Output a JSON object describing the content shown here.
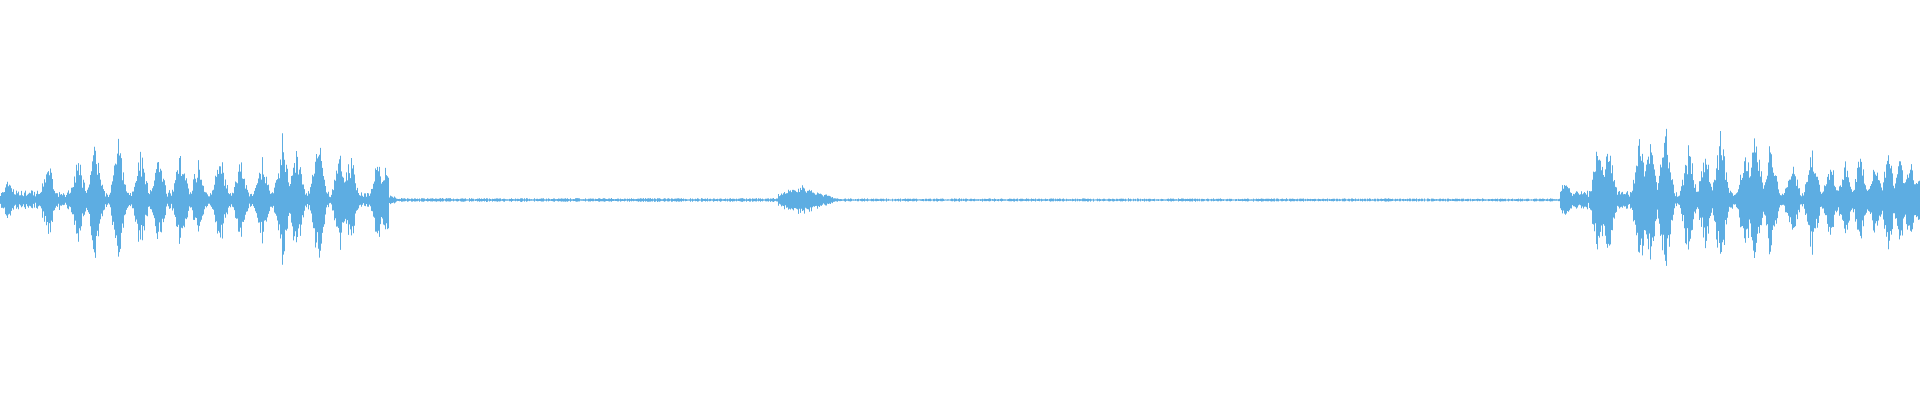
{
  "waveform": {
    "color": "#5dade2",
    "background": "#ffffff",
    "segments": [
      {
        "name": "speech-burst-left",
        "start": 0.0,
        "end": 0.205,
        "level": "high"
      },
      {
        "name": "quiet-gap-left",
        "start": 0.205,
        "end": 0.405,
        "level": "near-silent"
      },
      {
        "name": "small-blip-center",
        "start": 0.405,
        "end": 0.438,
        "level": "low"
      },
      {
        "name": "quiet-gap-right",
        "start": 0.438,
        "end": 0.815,
        "level": "near-silent"
      },
      {
        "name": "speech-burst-right",
        "start": 0.815,
        "end": 1.0,
        "level": "high"
      }
    ]
  }
}
